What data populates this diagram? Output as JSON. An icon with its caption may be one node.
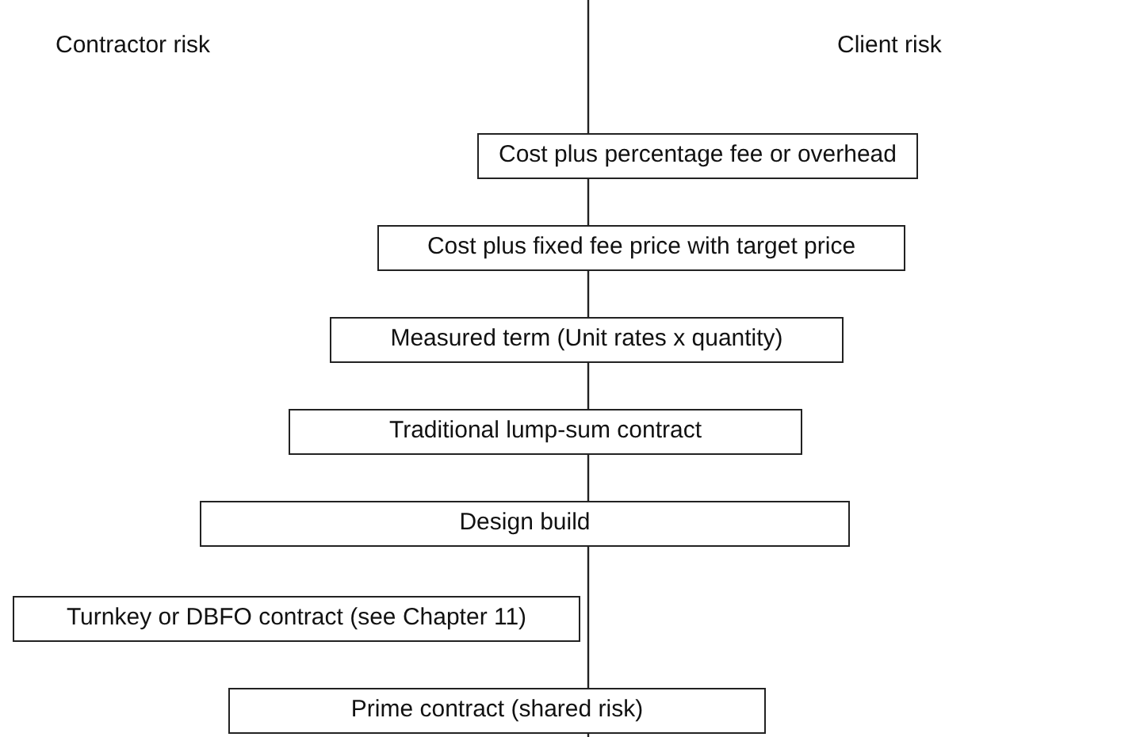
{
  "diagram": {
    "nodes": [
      {
        "text": [
          "Cost plus percentage fee or overhead"
        ]
      },
      {
        "text": [
          "Cost plus fixed fee price with target price"
        ]
      },
      {
        "text": [
          "Measured term (Unit rates x quantity)"
        ]
      },
      {
        "text": [
          "Traditional lump-sum contract"
        ]
      },
      {
        "text": [
          "Design build"
        ]
      },
      {
        "text": [
          "Turnkey or DBFO contract (see Chapter 11)"
        ]
      },
      {
        "text": [
          "Prime contract (shared risk)"
        ]
      }
    ],
    "labels": [
      "Contractor risk",
      "Client risk"
    ]
  }
}
